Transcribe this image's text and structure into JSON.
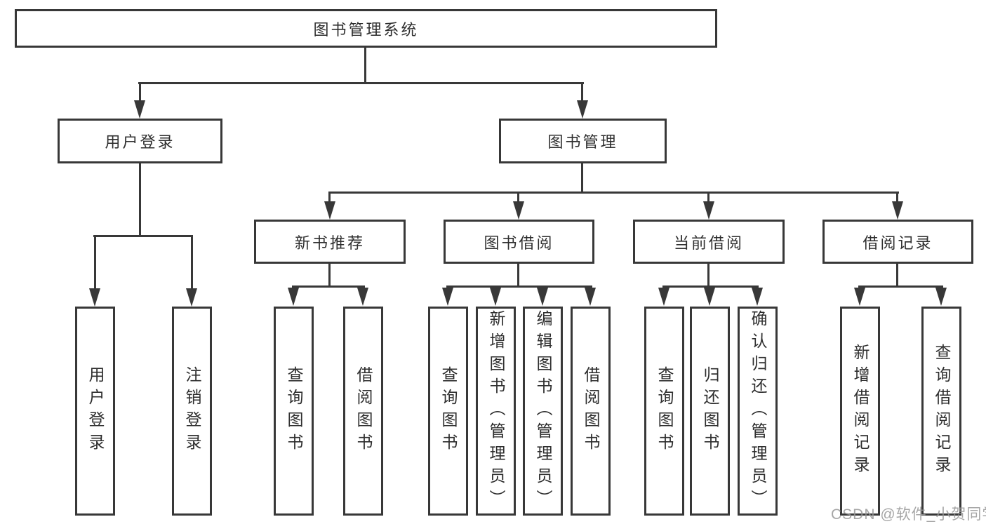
{
  "diagram": {
    "type": "hierarchy-tree",
    "title": "图书管理系统",
    "colors": {
      "line": "#383838",
      "text": "#2e2e2e",
      "background": "#ffffff",
      "watermark": "#969696"
    },
    "tree": {
      "root": {
        "label": "图书管理系统"
      },
      "level2": [
        {
          "label": "用户登录",
          "children": [
            "用户登录",
            "注销登录"
          ]
        },
        {
          "label": "图书管理"
        }
      ],
      "level3": [
        {
          "label": "新书推荐",
          "children": [
            "查询图书",
            "借阅图书"
          ]
        },
        {
          "label": "图书借阅",
          "children": [
            "查询图书",
            "新增图书（管理员）",
            "编辑图书（管理员）",
            "借阅图书"
          ]
        },
        {
          "label": "当前借阅",
          "children": [
            "查询图书",
            "归还图书",
            "确认归还（管理员）"
          ]
        },
        {
          "label": "借阅记录",
          "children": [
            "新增借阅记录",
            "查询借阅记录"
          ]
        }
      ]
    },
    "watermark": "CSDN @软件_小贺同学"
  }
}
